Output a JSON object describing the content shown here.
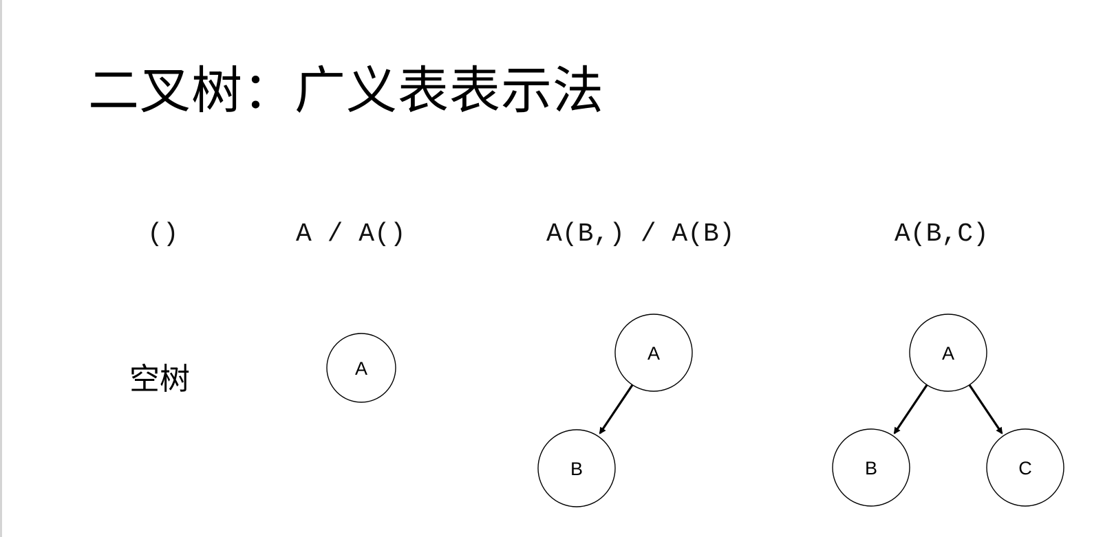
{
  "title": "二叉树：广义表表示法",
  "notations": {
    "empty": "()",
    "single": "A / A()",
    "left_child": "A(B,) / A(B)",
    "two_children": "A(B,C)"
  },
  "empty_tree_label": "空树",
  "trees": {
    "single": {
      "root": "A"
    },
    "left_child": {
      "root": "A",
      "left": "B"
    },
    "two_children": {
      "root": "A",
      "left": "B",
      "right": "C"
    }
  },
  "colors": {
    "background": "#ffffff",
    "stroke": "#000000",
    "text": "#000000"
  }
}
